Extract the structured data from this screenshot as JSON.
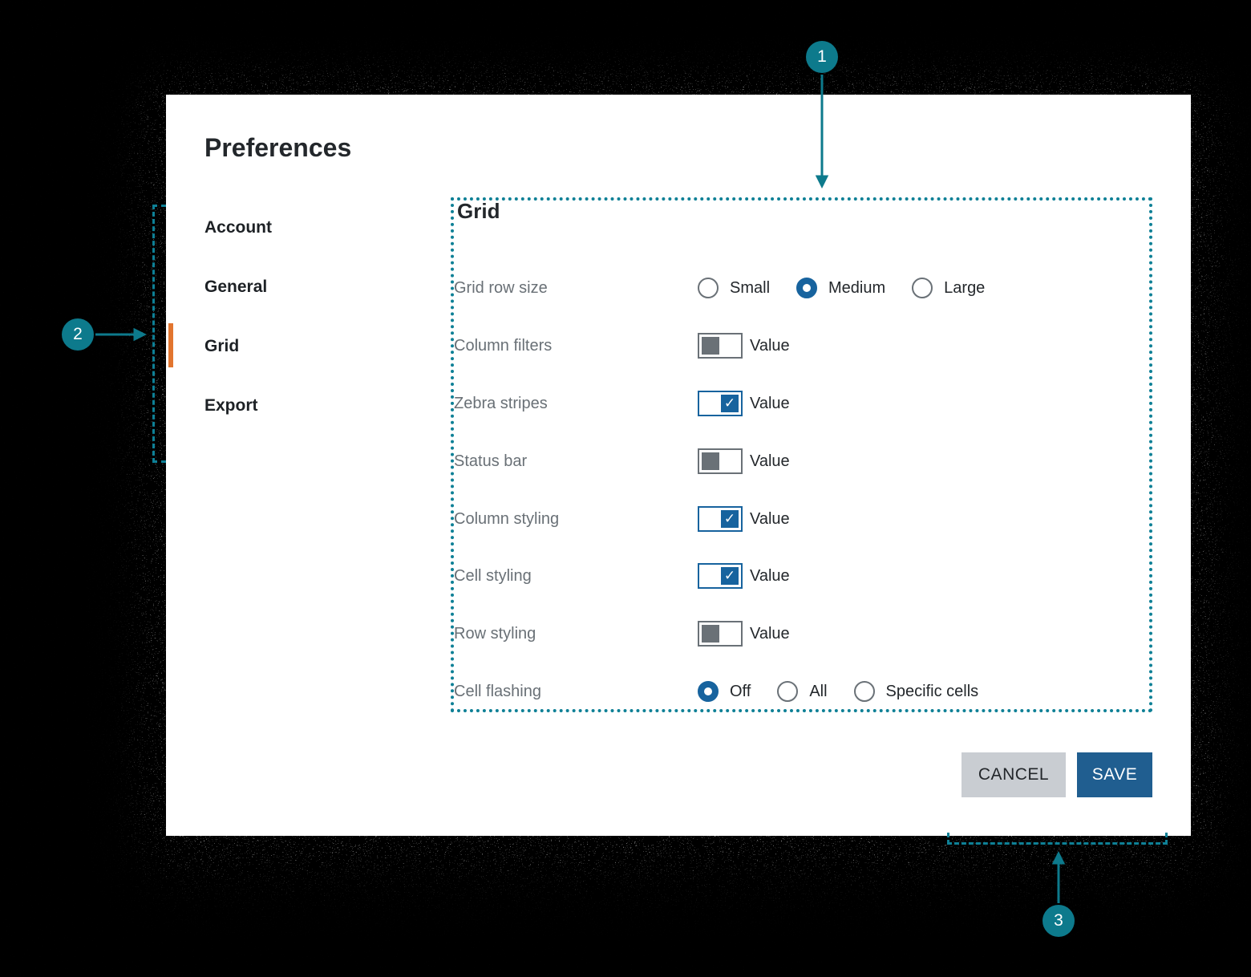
{
  "page": {
    "title": "Preferences"
  },
  "colors": {
    "annotation_teal": "#0d7a8c",
    "outline_teal": "#0e8096",
    "control_blue": "#17639e",
    "save_blue": "#205e90",
    "cancel_gray": "#c9cdd2",
    "active_orange": "#e2752f",
    "label_gray": "#697076",
    "text_dark": "#23272b"
  },
  "icons": {
    "check": "✓"
  },
  "sidebar": {
    "items": [
      {
        "label": "Account",
        "active": false
      },
      {
        "label": "General",
        "active": false
      },
      {
        "label": "Grid",
        "active": true
      },
      {
        "label": "Export",
        "active": false
      }
    ]
  },
  "panel": {
    "heading": "Grid",
    "rows": [
      {
        "label": "Grid row size",
        "type": "radio-group",
        "options": [
          "Small",
          "Medium",
          "Large"
        ],
        "selected": "Medium"
      },
      {
        "label": "Column filters",
        "type": "toggle",
        "checked": false,
        "value_label": "Value"
      },
      {
        "label": "Zebra stripes",
        "type": "toggle",
        "checked": true,
        "value_label": "Value"
      },
      {
        "label": "Status bar",
        "type": "toggle",
        "checked": false,
        "value_label": "Value"
      },
      {
        "label": "Column styling",
        "type": "toggle",
        "checked": true,
        "value_label": "Value"
      },
      {
        "label": "Cell styling",
        "type": "toggle",
        "checked": true,
        "value_label": "Value"
      },
      {
        "label": "Row styling",
        "type": "toggle",
        "checked": false,
        "value_label": "Value"
      },
      {
        "label": "Cell flashing",
        "type": "radio-group",
        "options": [
          "Off",
          "All",
          "Specific cells"
        ],
        "selected": "Off"
      }
    ]
  },
  "footer": {
    "cancel_label": "CANCEL",
    "save_label": "SAVE"
  },
  "annotations": {
    "one": "1",
    "two": "2",
    "three": "3"
  }
}
